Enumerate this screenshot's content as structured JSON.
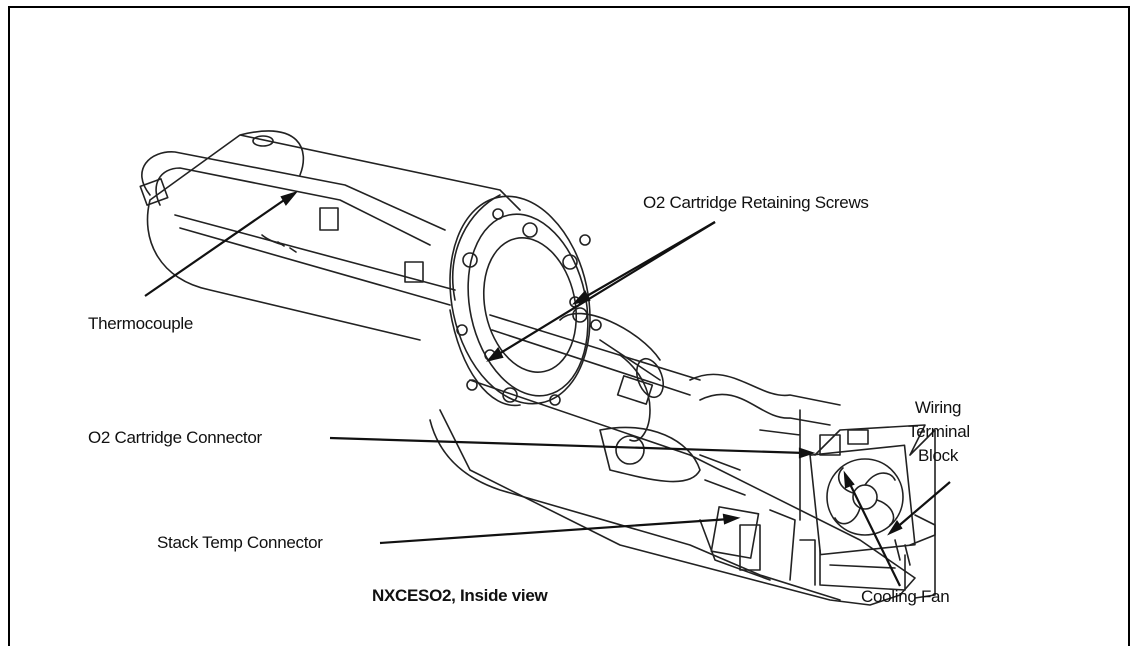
{
  "labels": {
    "retaining_screws": "O2 Cartridge Retaining Screws",
    "thermocouple": "Thermocouple",
    "cartridge_connector": "O2 Cartridge Connector",
    "stack_temp_connector": "Stack Temp Connector",
    "wiring_terminal_block": [
      "Wiring",
      "Terminal",
      "Block"
    ],
    "cooling_fan": "Cooling Fan"
  },
  "caption": "NXCESO2, Inside view"
}
